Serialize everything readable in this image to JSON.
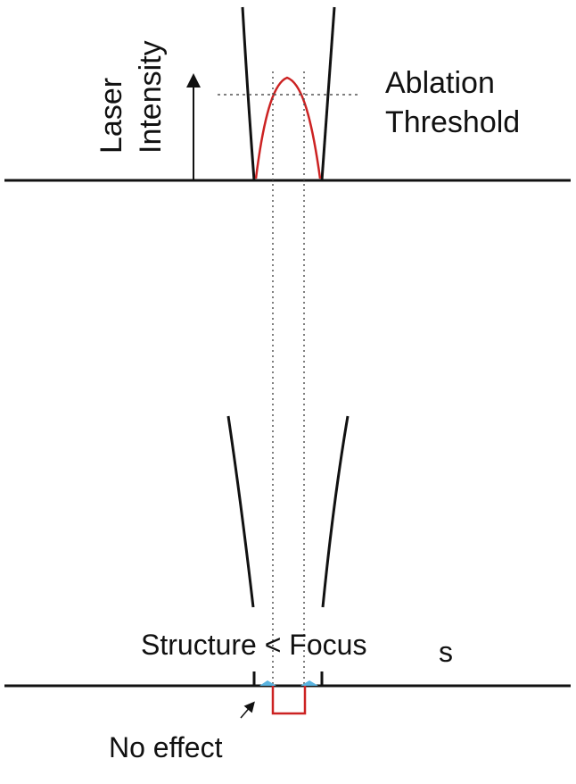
{
  "labels": {
    "axis_line1": "Laser",
    "axis_line2": "Intensity",
    "threshold_line1": "Ablation",
    "threshold_line2": "Threshold",
    "structure": "Structure < Focus",
    "no_effect": "No effect",
    "s_label": "s"
  },
  "colors": {
    "line": "#111111",
    "profile": "#cc2222",
    "spot": "#5ab4e0",
    "guide": "#555555"
  }
}
